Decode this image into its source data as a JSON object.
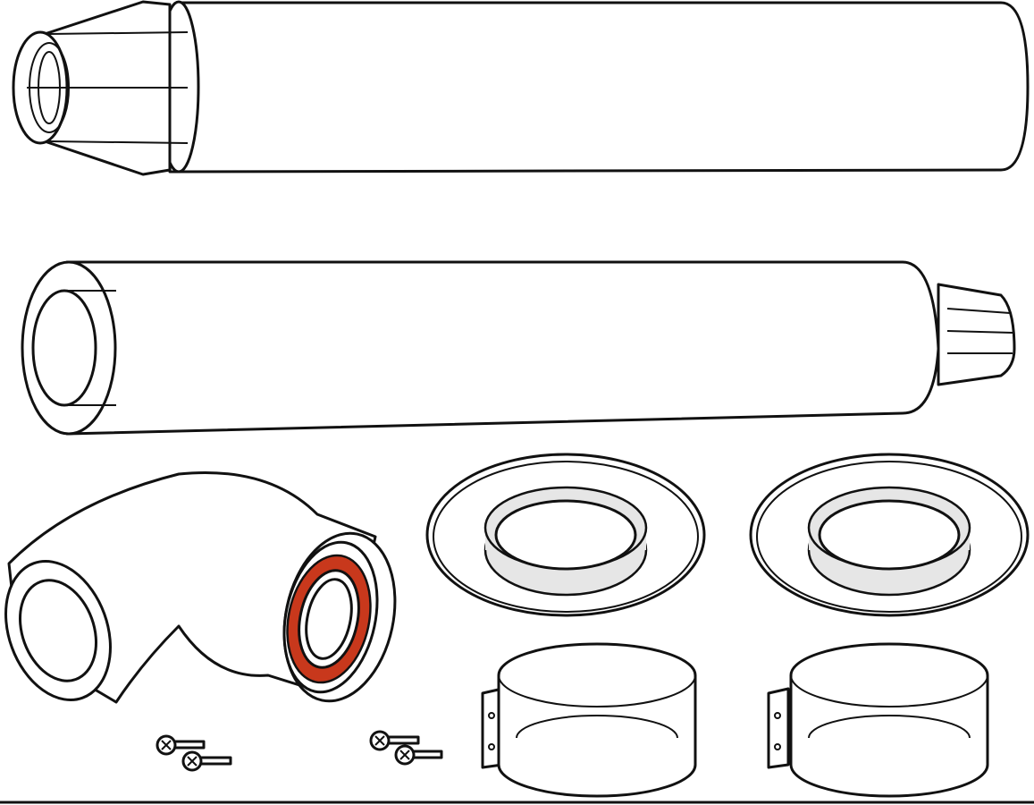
{
  "colors": {
    "outline": "#111111",
    "background": "#ffffff",
    "seal": "#c8381c",
    "ring_fill": "#e6e6e6"
  },
  "parts": {
    "count_pipes": 2,
    "count_elbows": 1,
    "count_wall_plates": 2,
    "count_clamps": 2,
    "count_screws": 4
  }
}
